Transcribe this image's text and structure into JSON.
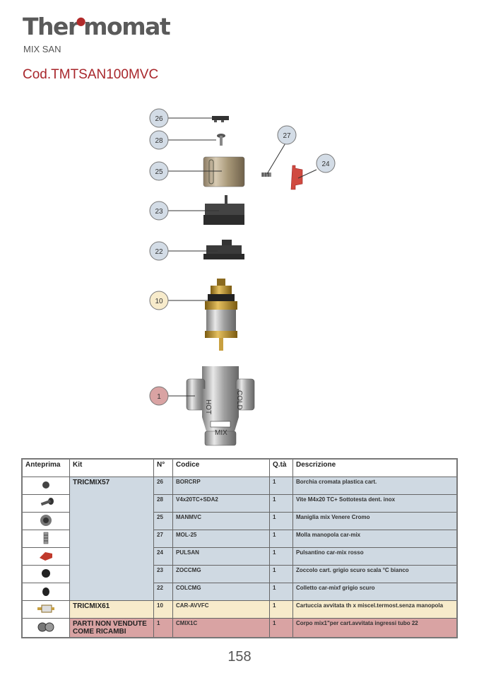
{
  "header": {
    "brand_part1": "Ther",
    "brand_part2": "momat",
    "subtitle": "MIX SAN",
    "code": "Cod.TMTSAN100MVC"
  },
  "diagram": {
    "callouts": [
      {
        "num": "26",
        "color": "#d3dce6"
      },
      {
        "num": "28",
        "color": "#d3dce6"
      },
      {
        "num": "25",
        "color": "#d3dce6"
      },
      {
        "num": "27",
        "color": "#d3dce6"
      },
      {
        "num": "24",
        "color": "#d3dce6"
      },
      {
        "num": "23",
        "color": "#d3dce6"
      },
      {
        "num": "22",
        "color": "#d3dce6"
      },
      {
        "num": "10",
        "color": "#f7ebcb"
      },
      {
        "num": "1",
        "color": "#d9a3a3"
      }
    ],
    "body_labels": {
      "hot": "HOT",
      "cold": "COLD",
      "mix": "MIX"
    }
  },
  "table": {
    "headers": [
      "Anteprima",
      "Kit",
      "N°",
      "Codice",
      "Q.tà",
      "Descrizione"
    ],
    "kits": [
      {
        "name": "TRICMIX57",
        "color": "#cfd9e2"
      },
      {
        "name": "TRICMIX61",
        "color": "#f7ebcb"
      },
      {
        "name": "PARTI NON VENDUTE COME RICAMBI",
        "color": "#d9a3a3"
      }
    ],
    "rows": [
      {
        "preview": "cap-icon",
        "n": "26",
        "code": "BORCRP",
        "qty": "1",
        "desc": "Borchia cromata plastica cart."
      },
      {
        "preview": "screw-icon",
        "n": "28",
        "code": "V4x20TC+SDA2",
        "qty": "1",
        "desc": "Vite M4x20 TC+ Sottotesta dent. inox"
      },
      {
        "preview": "knob-icon",
        "n": "25",
        "code": "MANMVC",
        "qty": "1",
        "desc": "Maniglia mix Venere Cromo"
      },
      {
        "preview": "spring-icon",
        "n": "27",
        "code": "MOL-25",
        "qty": "1",
        "desc": "Molla manopola car-mix"
      },
      {
        "preview": "button-icon",
        "n": "24",
        "code": "PULSAN",
        "qty": "1",
        "desc": "Pulsantino car-mix rosso"
      },
      {
        "preview": "base-icon",
        "n": "23",
        "code": "ZOCCMG",
        "qty": "1",
        "desc": "Zoccolo cart. grigio scuro scala °C bianco"
      },
      {
        "preview": "collar-icon",
        "n": "22",
        "code": "COLCMG",
        "qty": "1",
        "desc": "Colletto car-mixf grigio scuro"
      },
      {
        "preview": "cartridge-icon",
        "n": "10",
        "code": "CAR-AVVFC",
        "qty": "1",
        "desc": "Cartuccia avvitata th x miscel.termost.senza manopola"
      },
      {
        "preview": "valve-body-icon",
        "n": "1",
        "code": "CMIX1C",
        "qty": "1",
        "desc": "Corpo mix1\"per cart.avvitata ingressi tubo 22"
      }
    ]
  },
  "footer": {
    "page_number": "158"
  }
}
